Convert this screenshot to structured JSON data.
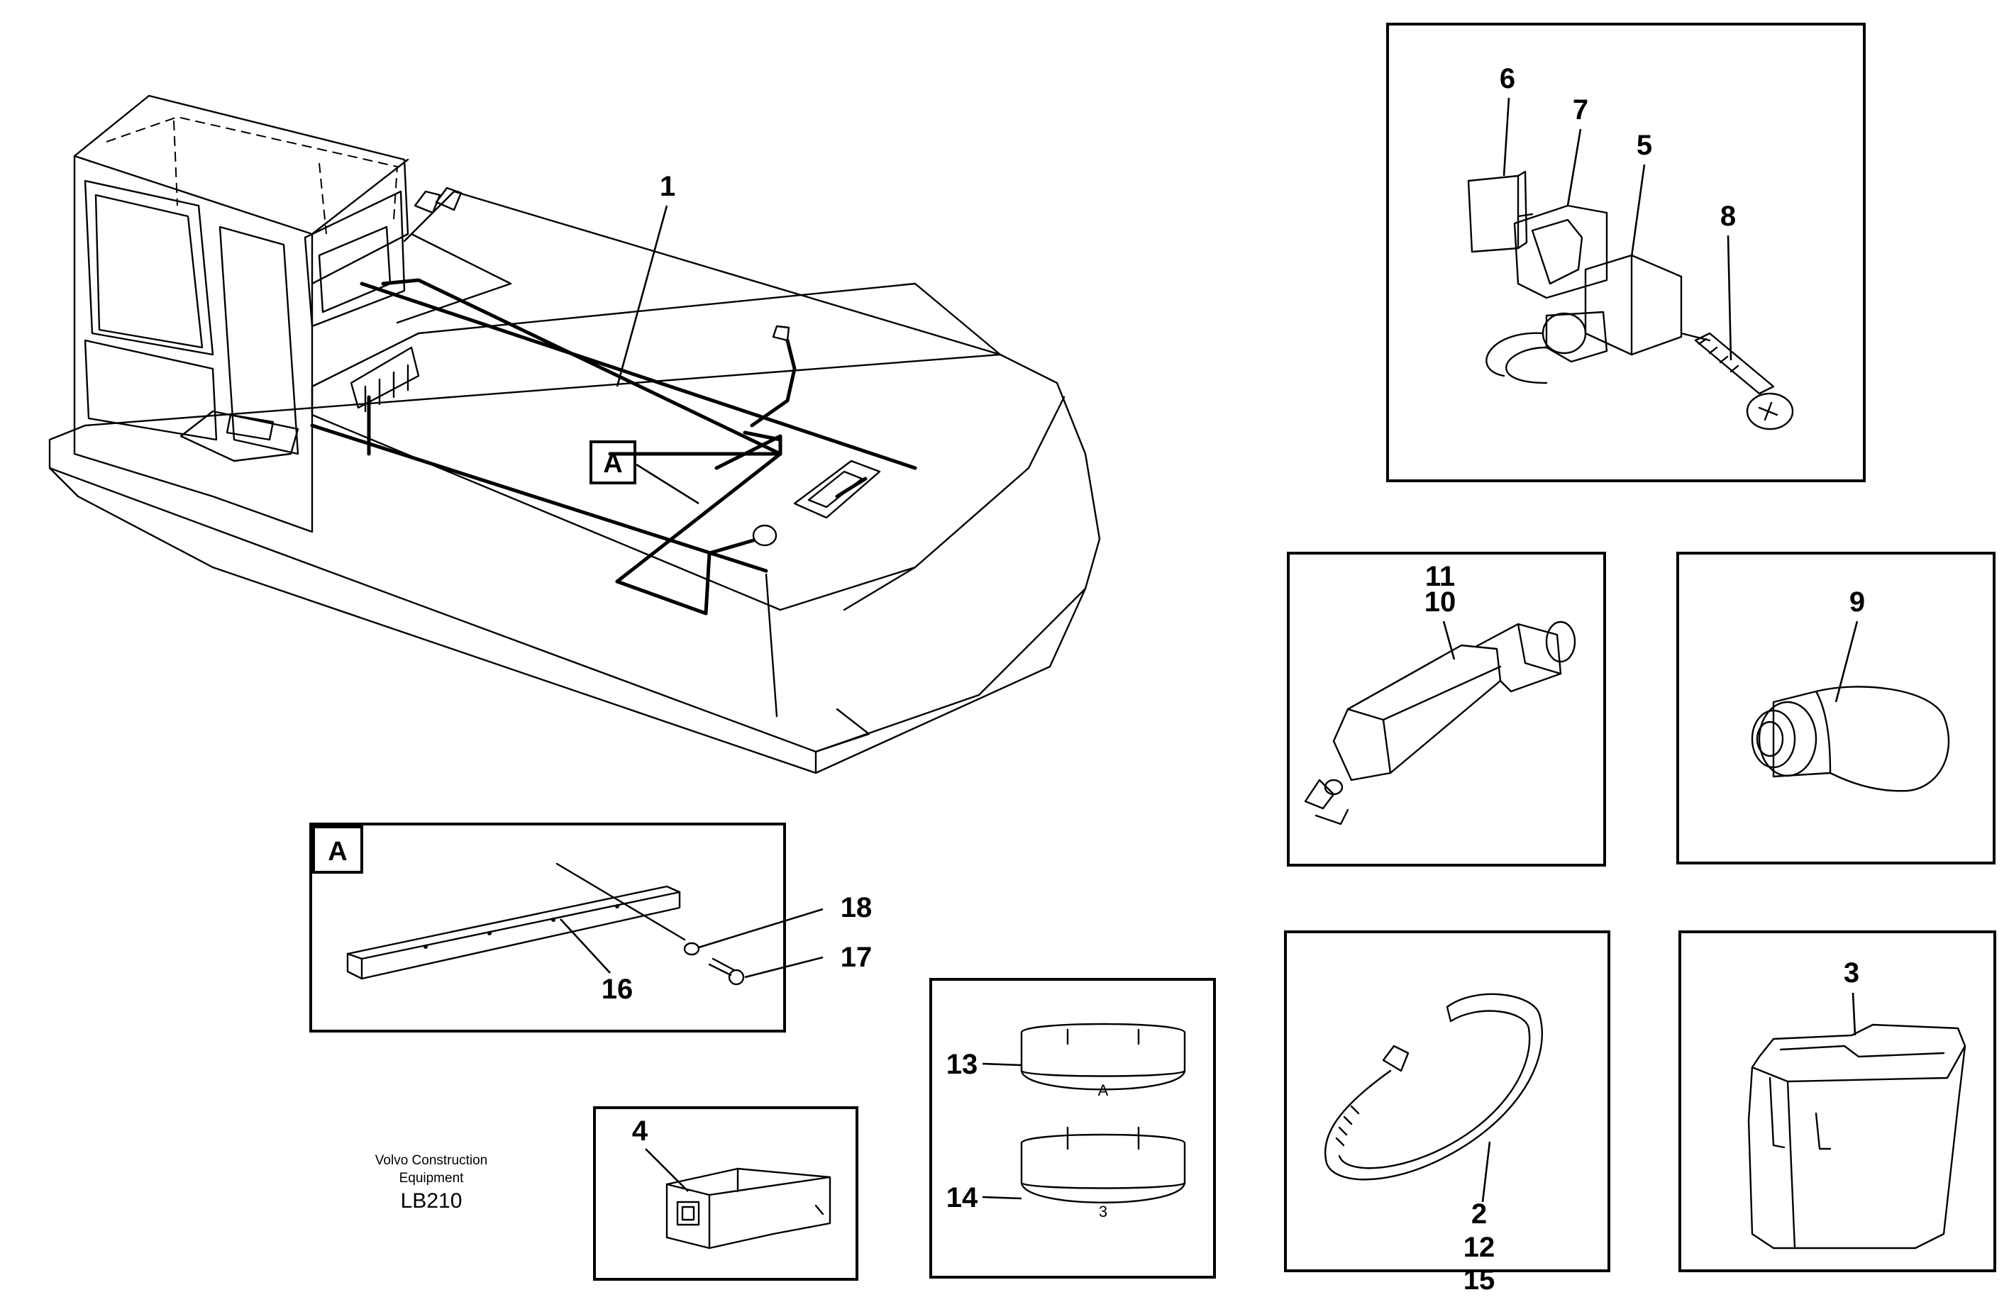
{
  "diagram": {
    "callouts": {
      "c1": "1",
      "c2": "2",
      "c3": "3",
      "c4": "4",
      "c5": "5",
      "c6": "6",
      "c7": "7",
      "c8": "8",
      "c9": "9",
      "c10": "10",
      "c11": "11",
      "c12": "12",
      "c13": "13",
      "c14": "14",
      "c15": "15",
      "c16": "16",
      "c17": "17",
      "c18": "18"
    },
    "detail_marker_main": "A",
    "detail_marker_inset": "A",
    "band_mark_13": "A",
    "band_mark_14": "3",
    "credit_line1": "Volvo Construction",
    "credit_line2": "Equipment",
    "drawing_code": "LB210"
  }
}
